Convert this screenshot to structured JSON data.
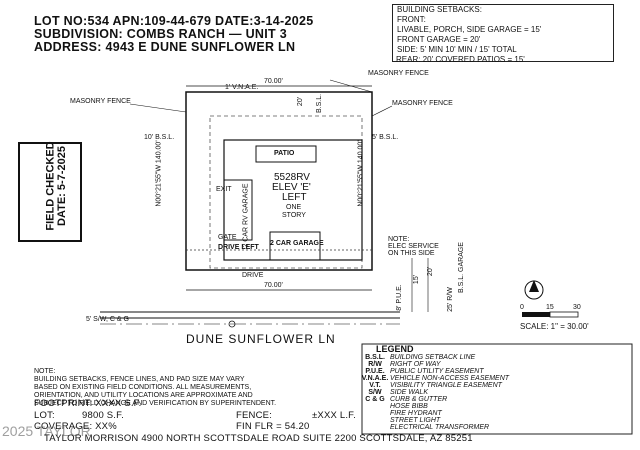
{
  "header": {
    "line1": "LOT NO:534  APN:109-44-679  DATE:3-14-2025",
    "line2": "SUBDIVISION: COMBS RANCH — UNIT 3",
    "line3": "ADDRESS: 4943 E DUNE SUNFLOWER LN"
  },
  "setbacks": {
    "title": "BUILDING SETBACKS:",
    "front": "FRONT:",
    "livable": "LIVABLE, PORCH, SIDE GARAGE = 15'",
    "garage": "FRONT GARAGE = 20'",
    "side": "SIDE: 5' MIN 10' MIN / 15' TOTAL",
    "rear": "REAR: 20' COVERED PATIOS = 15'"
  },
  "field_checked": {
    "line1": "FIELD CHECKED",
    "line2": "DATE: 5-7-2025"
  },
  "plan": {
    "top_dim": "70.00'",
    "bottom_dim": "70.00'",
    "left_dim": "N00°21'55\"W  140.00'",
    "right_dim": "N00°21'55\"W  140.00'",
    "vnae": "1' V.N.A.E.",
    "masonry_fence": "MASONRY FENCE",
    "bsl_10": "10' B.S.L.",
    "bsl_5": "5' B.S.L.",
    "bsl_20_top": "20'",
    "bsl_top": "B.S.L.",
    "patio": "PATIO",
    "model": "5528RV",
    "elev": "ELEV 'E'",
    "left": "LEFT",
    "one": "ONE",
    "story": "STORY",
    "exit": "EXIT",
    "rv_garage": "2 CAR RV GARAGE",
    "gate": "GATE",
    "drive_left": "DRIVE LEFT",
    "garage2": "2 CAR GARAGE",
    "drive": "DRIVE",
    "note_elec": "NOTE:",
    "note_elec2": "ELEC SERVICE",
    "note_elec3": "ON THIS SIDE",
    "pue": "8' P.U.E.",
    "dim15": "15'",
    "dim20": "20'",
    "bsl_garage": "B.S.L. GARAGE",
    "row": "25' R/W",
    "sidewalk": "5' S/W, C & G",
    "street": "DUNE  SUNFLOWER LN"
  },
  "scale": {
    "t0": "0",
    "t15": "15",
    "t30": "30",
    "label": "SCALE: 1\" = 30.00'"
  },
  "legend": {
    "title": "LEGEND",
    "items": [
      {
        "k": "B.S.L.",
        "v": "BUILDING SETBACK LINE"
      },
      {
        "k": "R/W",
        "v": "RIGHT OF WAY"
      },
      {
        "k": "P.U.E.",
        "v": "PUBLIC UTILITY EASEMENT"
      },
      {
        "k": "V.N.A.E.",
        "v": "VEHICLE NON-ACCESS EASEMENT"
      },
      {
        "k": "V.T.",
        "v": "VISIBILITY TRIANGLE EASEMENT"
      },
      {
        "k": "S/W",
        "v": "SIDE WALK"
      },
      {
        "k": "C & G",
        "v": "CURB & GUTTER"
      },
      {
        "k": "",
        "v": "HOSE BIBB"
      },
      {
        "k": "",
        "v": "FIRE HYDRANT"
      },
      {
        "k": "",
        "v": "STREET LIGHT"
      },
      {
        "k": "",
        "v": "ELECTRICAL TRANSFORMER"
      }
    ]
  },
  "notes": {
    "title": "NOTE:",
    "l1": "BUILDING SETBACKS, FENCE LINES, AND PAD SIZE MAY VARY",
    "l2": "BASED ON EXISTING FIELD CONDITIONS. ALL MEASUREMENTS,",
    "l3": "ORIENTATION, AND UTILITY LOCATIONS ARE APPROXIMATE AND",
    "l4": "SUBJECT TO FIELD CHANGE AND VERIFICATION BY SUPERINTENDENT."
  },
  "stats": {
    "footprint": "FOOTPRINT: XXXX S.F.",
    "lot_label": "LOT:",
    "lot_value": "9800 S.F.",
    "fence_label": "FENCE:",
    "fence_value": "±XXX L.F.",
    "cover": "COVERAGE: XX%",
    "fin_floor": "FIN FLR = 54.20",
    "watermark": "2025 TAYLOR"
  },
  "footer": {
    "text": "TAYLOR MORRISON  4900 NORTH SCOTTSDALE ROAD SUITE 2200  SCOTTSDALE, AZ  85251"
  }
}
